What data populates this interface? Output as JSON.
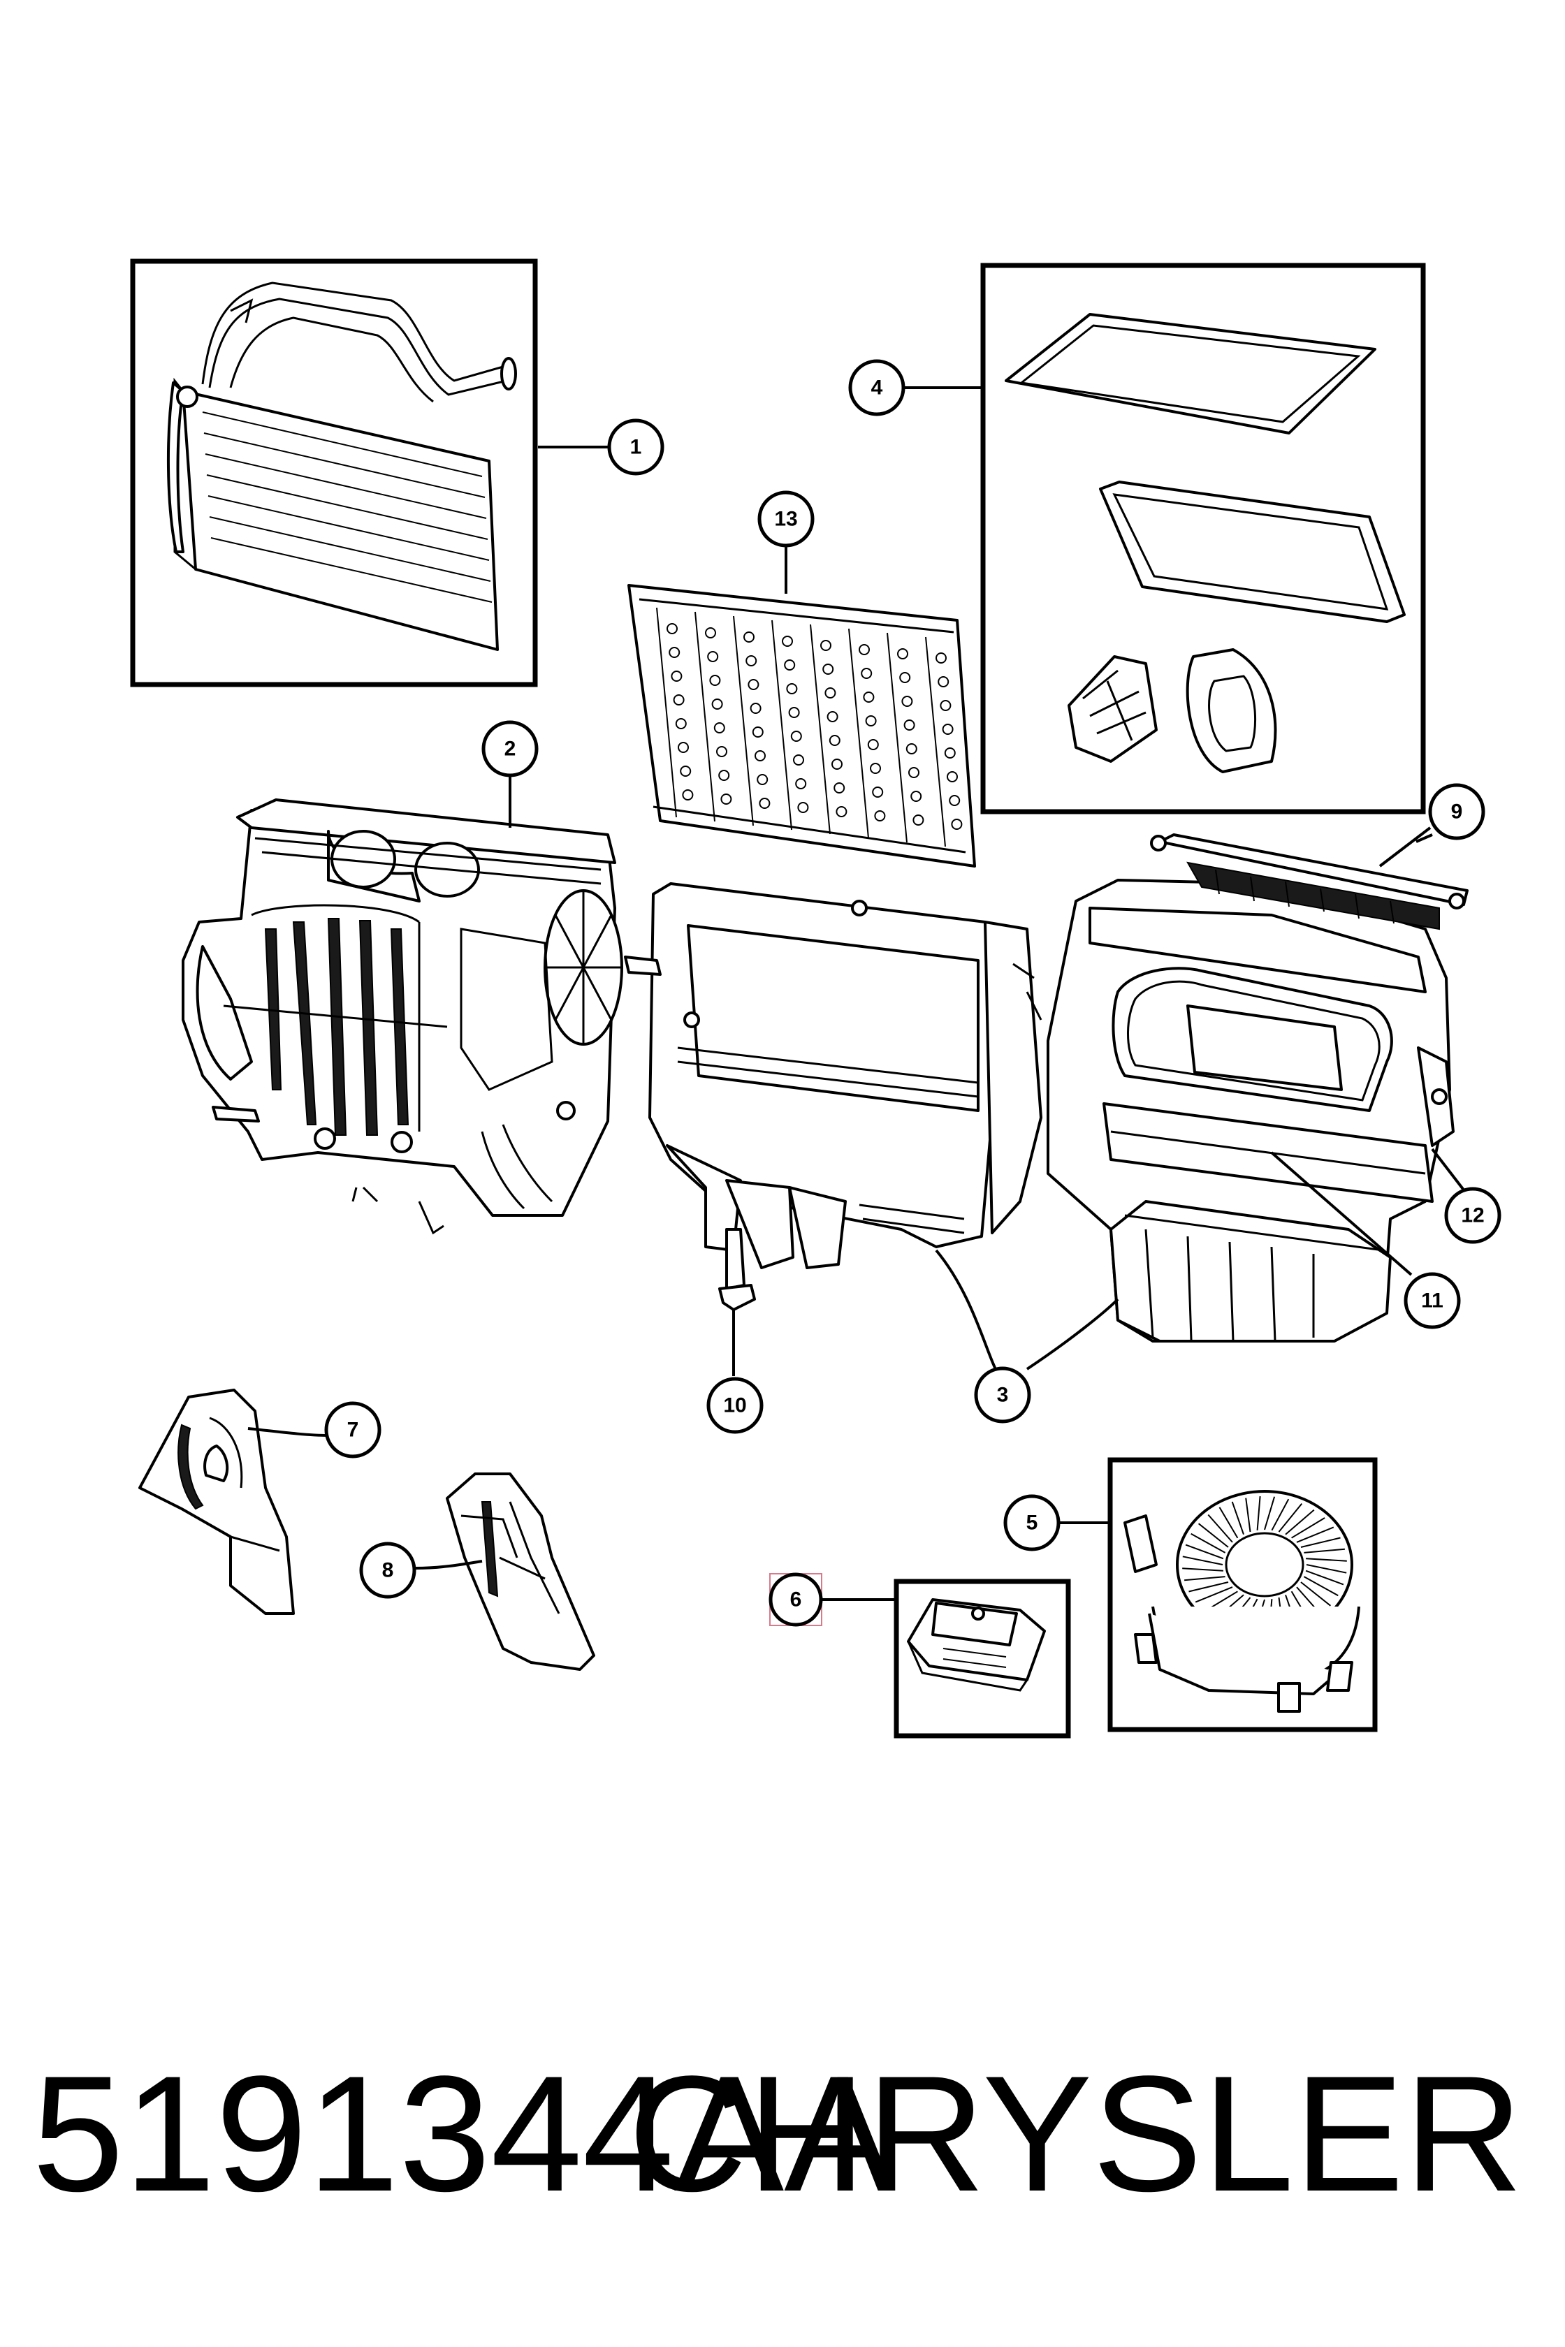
{
  "callouts": [
    {
      "label": "1"
    },
    {
      "label": "2"
    },
    {
      "label": "3"
    },
    {
      "label": "4"
    },
    {
      "label": "5"
    },
    {
      "label": "6"
    },
    {
      "label": "7"
    },
    {
      "label": "8"
    },
    {
      "label": "9"
    },
    {
      "label": "10"
    },
    {
      "label": "11"
    },
    {
      "label": "12"
    },
    {
      "label": "13"
    }
  ],
  "highlighted_callout": "6",
  "colors": {
    "line": "#000000",
    "background": "#ffffff",
    "highlight_fill": "#f3c6cf",
    "highlight_stroke": "#d97a8c"
  },
  "footer": {
    "part_number": "5191344AA",
    "brand": "CHRYSLER"
  }
}
